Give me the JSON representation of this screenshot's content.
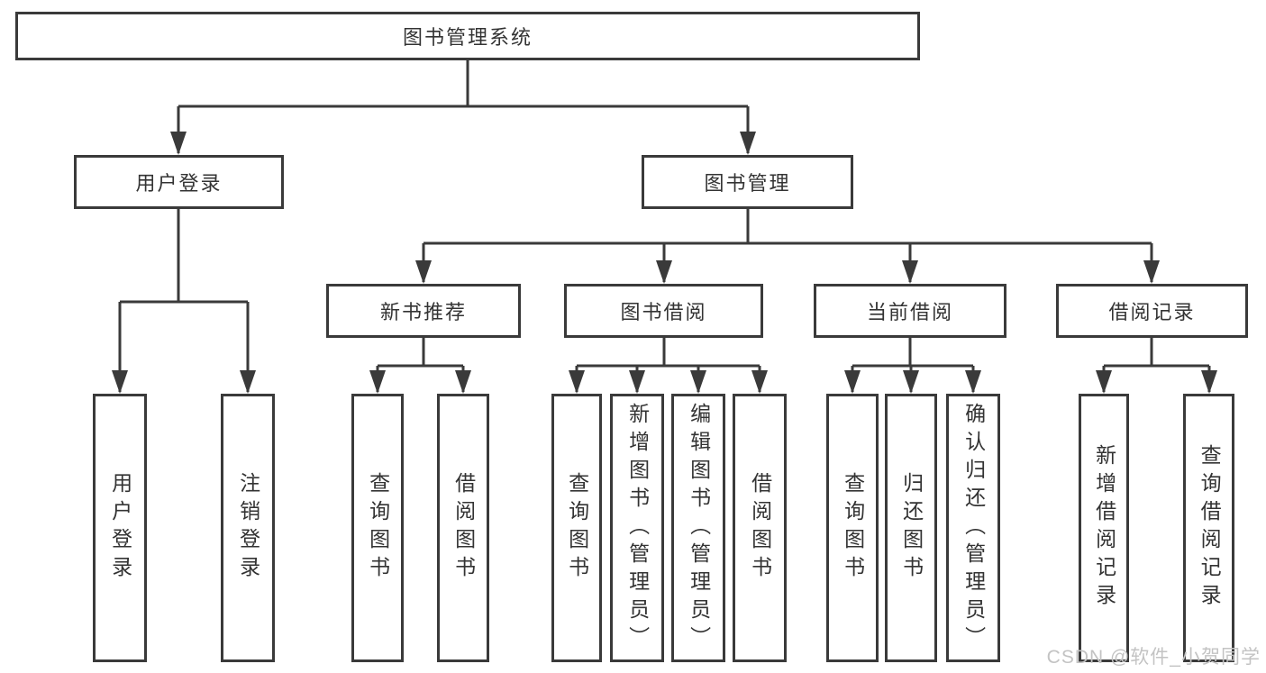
{
  "colors": {
    "line": "#3a3a3a",
    "text": "#333333",
    "watermark": "#c3c3c3",
    "background": "#ffffff"
  },
  "tree": {
    "root": "图书管理系统",
    "user_login": "用户登录",
    "book_mgmt": "图书管理",
    "user_leaves": [
      "用户登录",
      "注销登录"
    ],
    "book_sections": [
      "新书推荐",
      "图书借阅",
      "当前借阅",
      "借阅记录"
    ],
    "new_book_leaves": [
      "查询图书",
      "借阅图书"
    ],
    "borrow_leaves": [
      "查询图书",
      "新增图书（管理员）",
      "编辑图书（管理员）",
      "借阅图书"
    ],
    "current_leaves": [
      "查询图书",
      "归还图书",
      "确认归还（管理员）"
    ],
    "record_leaves": [
      "新增借阅记录",
      "查询借阅记录"
    ]
  },
  "watermark": "CSDN @软件_小贺同学"
}
